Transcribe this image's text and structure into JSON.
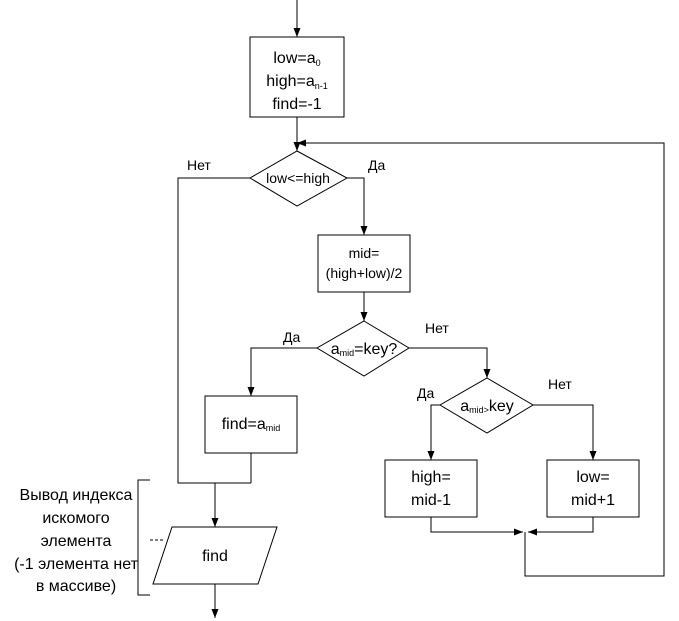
{
  "init": {
    "line1": "low=a",
    "line1_sub": "0",
    "line2": "high=a",
    "line2_sub": "n-1",
    "line3": "find=-1"
  },
  "cond1": {
    "text": "low<=high",
    "no": "Нет",
    "yes": "Да"
  },
  "mid_block": {
    "line1": "mid=",
    "line2": "(high+low)/2"
  },
  "cond2": {
    "a": "a",
    "sub": "mid",
    "rest": "=key?",
    "yes": "Да",
    "no": "Нет"
  },
  "cond3": {
    "a": "a",
    "sub": "mid>",
    "rest": "key",
    "yes": "Да",
    "no": "Нет"
  },
  "find_block": {
    "text": "find=a",
    "sub": "mid"
  },
  "high_block": {
    "line1": "high=",
    "line2": "mid-1"
  },
  "low_block": {
    "line1": "low=",
    "line2": "mid+1"
  },
  "output_block": {
    "text": "find"
  },
  "comment": {
    "lines": [
      "Вывод индекса",
      "искомого",
      "элемента",
      "(-1 элемента нет",
      "в массиве)"
    ]
  }
}
